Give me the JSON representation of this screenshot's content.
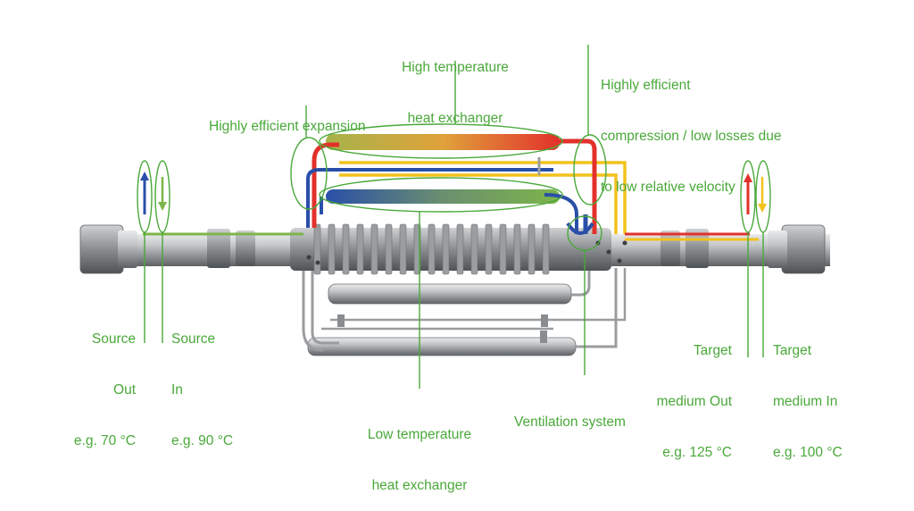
{
  "labels": {
    "high_temp_hx": {
      "line1": "High temperature",
      "line2": "heat exchanger"
    },
    "compression": {
      "line1": "Highly efficient",
      "line2": "compression / low losses due",
      "line3": "to low relative velocity"
    },
    "expansion": {
      "line1": "Highly efficient expansion"
    },
    "source_out": {
      "line1": "Source",
      "line2": "Out",
      "line3": "e.g. 70 °C"
    },
    "source_in": {
      "line1": "Source",
      "line2": "In",
      "line3": "e.g. 90 °C"
    },
    "target_out": {
      "line1": "Target",
      "line2": "medium Out",
      "line3": "e.g. 125 °C"
    },
    "target_in": {
      "line1": "Target",
      "line2": "medium In",
      "line3": "e.g. 100 °C"
    },
    "low_temp_hx": {
      "line1": "Low temperature",
      "line2": "heat exchanger"
    },
    "ventilation": {
      "line1": "Ventilation system"
    }
  },
  "colors": {
    "annotation_green": "#4aa83a",
    "hot_red": "#e2312b",
    "warm_yellow": "#f2c21b",
    "cold_blue": "#2a4fa8",
    "steel": "#a9acae"
  }
}
